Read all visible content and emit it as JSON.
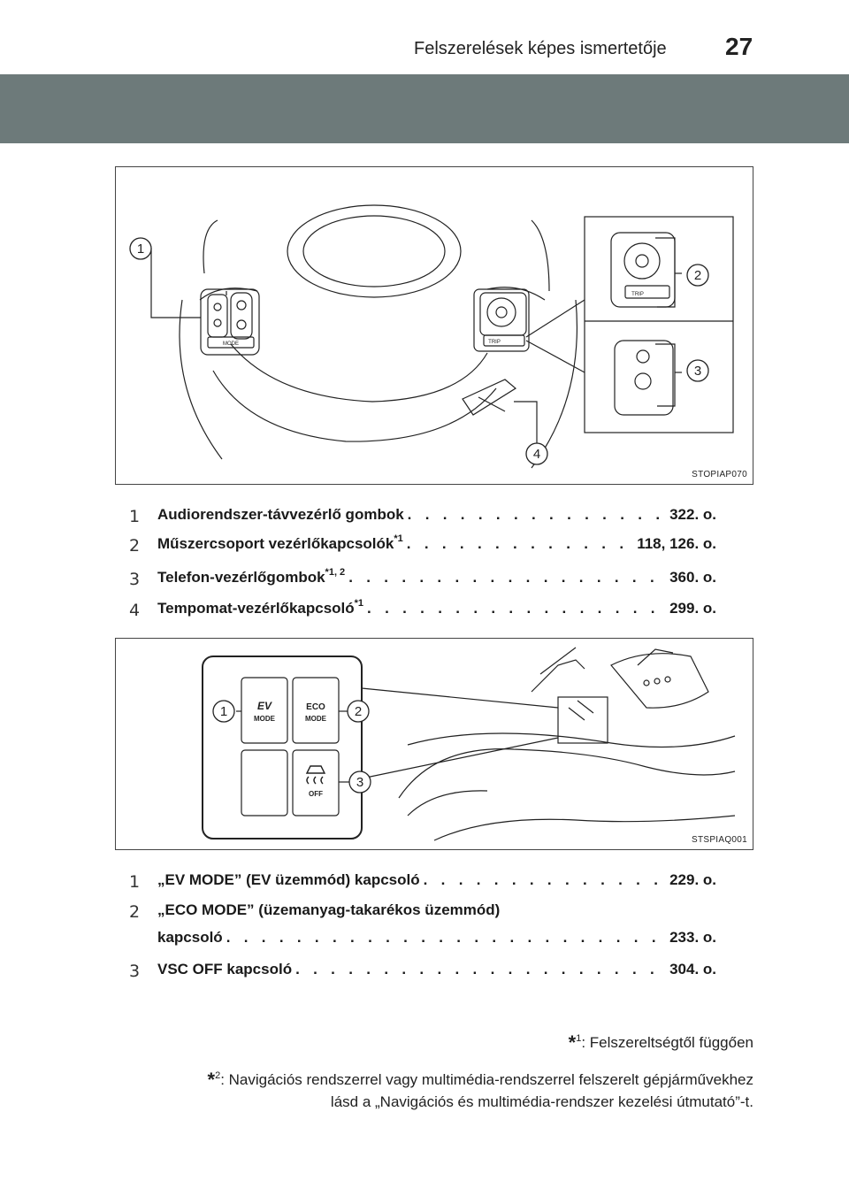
{
  "header": {
    "title": "Felszerelések képes ismertetője",
    "page_number": "27"
  },
  "figure1": {
    "code": "STOPIAP070",
    "callouts": [
      "1",
      "2",
      "3",
      "4"
    ],
    "labels": {
      "mode": "MODE",
      "trip": "TRIP"
    }
  },
  "list1": [
    {
      "num": "1",
      "label": "Audiorendszer-távvezérlő gombok",
      "sup": "",
      "ref": "322. o."
    },
    {
      "num": "2",
      "label": "Műszercsoport vezérlőkapcsolók",
      "sup": "*1",
      "ref": "118, 126. o."
    },
    {
      "num": "3",
      "label": "Telefon-vezérlőgombok",
      "sup": "*1, 2",
      "ref": "360. o."
    },
    {
      "num": "4",
      "label": "Tempomat-vezérlőkapcsoló",
      "sup": "*1",
      "ref": "299. o."
    }
  ],
  "figure2": {
    "code": "STSPIAQ001",
    "callouts": [
      "1",
      "2",
      "3"
    ],
    "buttons": {
      "ev_top": "EV",
      "ev_bottom": "MODE",
      "eco_top": "ECO",
      "eco_bottom": "MODE",
      "vsc_bottom": "OFF"
    }
  },
  "list2": [
    {
      "num": "1",
      "label": "„EV MODE” (EV üzemmód) kapcsoló",
      "ref": "229. o."
    },
    {
      "num": "2",
      "label": "„ECO MODE” (üzemanyag-takarékos üzemmód)",
      "label2": "kapcsoló",
      "ref": "233. o."
    },
    {
      "num": "3",
      "label": "VSC OFF kapcsoló",
      "ref": "304. o."
    }
  ],
  "dots": ". . . . . . . . . . . . . . . . . . . . . . . . . . . . . . . . . . . . . . . . . . . . . . . . . . . . . . . . . . . .",
  "footnotes": {
    "fn1_mark": "*",
    "fn1_num": "1",
    "fn1_text": ": Felszereltségtől függően",
    "fn2_mark": "*",
    "fn2_num": "2",
    "fn2_line1": ": Navigációs rendszerrel vagy multimédia-rendszerrel felszerelt gépjárművekhez",
    "fn2_line2": "lásd a „Navigációs és multimédia-rendszer kezelési útmutató”-t."
  }
}
